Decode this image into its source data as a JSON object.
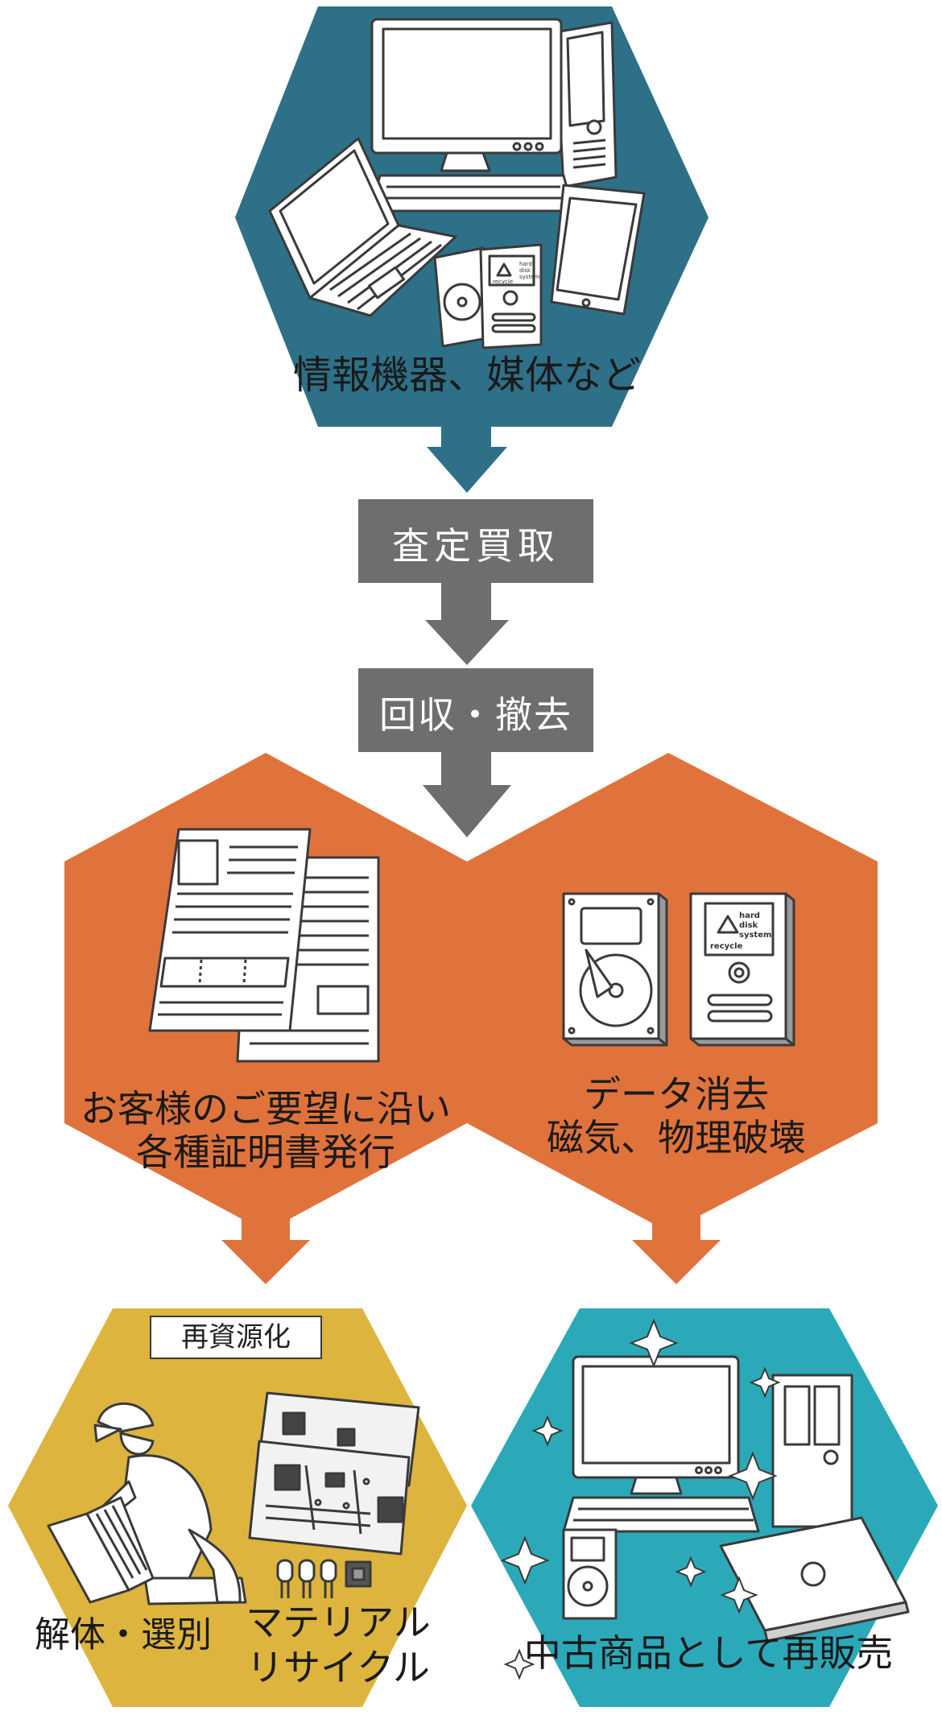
{
  "colors": {
    "top_hex": "#2E7088",
    "gray_step": "#6E6E6E",
    "orange": "#E0733C",
    "gold": "#DDB43E",
    "teal": "#2BA9B9",
    "illustration_fill": "#ffffff",
    "illustration_stroke": "#3a3a3a"
  },
  "top": {
    "label": "情報機器、媒体など",
    "icon_names": [
      "desktop-pc-icon",
      "laptop-icon",
      "tablet-icon",
      "hard-disk-icon",
      "recycle-hdd-label-icon"
    ],
    "hdd_label": [
      "hard",
      "disk",
      "system"
    ],
    "recycle_text": "recycle"
  },
  "steps": [
    {
      "label": "査定買取"
    },
    {
      "label": "回収・撤去"
    }
  ],
  "left_mid": {
    "line1": "お客様のご要望に沿い",
    "line2": "各種証明書発行",
    "icon": "certificate-documents-icon"
  },
  "right_mid": {
    "line1": "データ消去",
    "line2": "磁気、物理破壊",
    "icon": "hard-disk-icon",
    "hdd_label": [
      "hard",
      "disk",
      "system"
    ],
    "recycle_text": "recycle"
  },
  "bottom_left": {
    "tag": "再資源化",
    "label_a": "解体・選別",
    "label_b_line1": "マテリアル",
    "label_b_line2": "リサイクル",
    "icons": [
      "worker-dismantling-icon",
      "circuit-board-icon",
      "electronic-parts-icon"
    ]
  },
  "bottom_right": {
    "label": "中古商品として再販売",
    "icons": [
      "desktop-pc-icon",
      "laptop-closed-icon",
      "hard-disk-icon",
      "sparkle-icon"
    ]
  }
}
